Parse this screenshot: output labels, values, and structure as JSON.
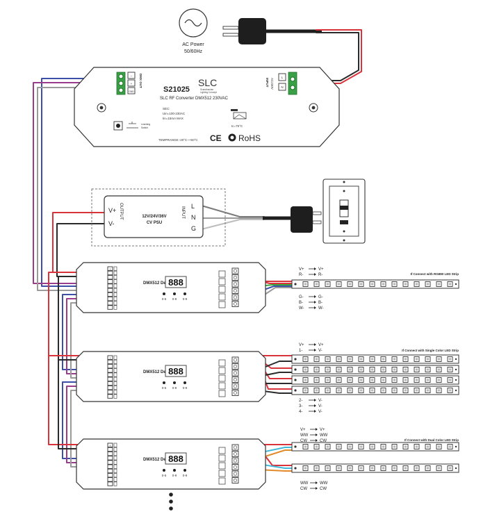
{
  "ac": {
    "label1": "AC Power",
    "label2": "50/60Hz"
  },
  "controller": {
    "model": "S21025",
    "brand": "SLC",
    "brand_sub1": "Scandinavian",
    "brand_sub2": "Lighting Concept",
    "desc": "SLC RF Converter DMX512 230VAC",
    "sec": "SEC:",
    "sec_u": "Uin=100-230AC",
    "sec_i": "Iin=15mA MAX",
    "temp": "TEMPRANGE:-20°C~+50°C",
    "tc": "tc=75°C",
    "ce": "CE",
    "rohs": "RoHS",
    "learning": "Learning",
    "switch": "Switch",
    "dmx_out": "DMX OUT",
    "input": "INPUT",
    "input_v": "AC230V",
    "term_l": "L",
    "term_n": "N",
    "term_plus": "+",
    "term_minus": "–",
    "term_gnd": "GND"
  },
  "psu": {
    "line1": "12V/24V/36V",
    "line2": "CV PSU",
    "vplus": "V+",
    "vminus": "V-",
    "output": "OUTPUT",
    "input": "INPUT",
    "l": "L",
    "n": "N",
    "g": "G"
  },
  "decoder": {
    "label": "DMX512 Decoder",
    "digits": "888",
    "dial1": "0-5",
    "dial2": "0-9",
    "dial3": "0-9"
  },
  "strips": {
    "rgbw_title": "If Connect with RGBW LED Strip",
    "single_title": "If Connect with Single Color LED Strip",
    "dual_title": "If Connect with Dual Color LED Strip"
  },
  "labels1": {
    "top": [
      [
        "V+",
        "V+"
      ],
      [
        "R-",
        "R-"
      ]
    ],
    "bottom": [
      [
        "G-",
        "G-"
      ],
      [
        "B-",
        "B-"
      ],
      [
        "W-",
        "W-"
      ]
    ]
  },
  "labels2": {
    "top": [
      [
        "V+",
        "V+"
      ],
      [
        "1-",
        "V-"
      ]
    ],
    "bottom": [
      [
        "2-",
        "V-"
      ],
      [
        "3-",
        "V-"
      ],
      [
        "4-",
        "V-"
      ]
    ]
  },
  "labels3": {
    "top": [
      [
        "V+",
        "V+"
      ],
      [
        "WW",
        "WW"
      ],
      [
        "CW",
        "CW"
      ]
    ],
    "bottom": [
      [
        "WW",
        "WW"
      ],
      [
        "CW",
        "CW"
      ]
    ]
  },
  "colors": {
    "red": "#d8323a",
    "black": "#2a2a2a",
    "gray": "#9a9a9a",
    "blue": "#3b4ea8",
    "purple": "#9a3c8c",
    "green": "#38a83c",
    "cyan": "#40b8d8",
    "orange": "#e08a2a"
  }
}
